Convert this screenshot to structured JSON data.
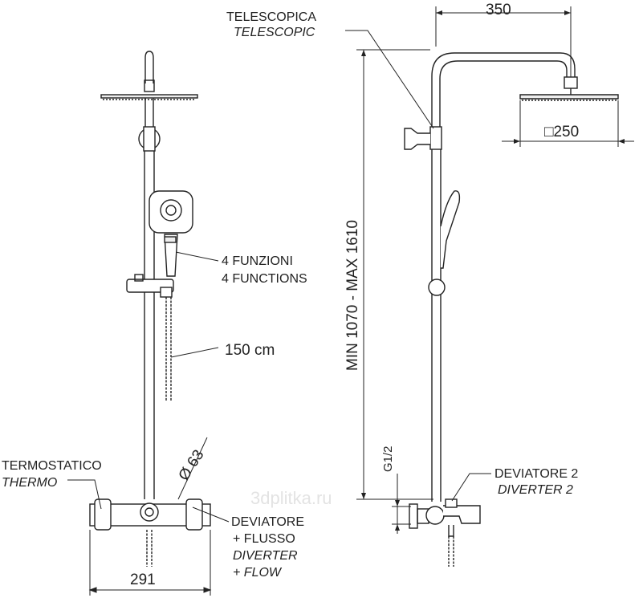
{
  "labels": {
    "telescopic_it": "TELESCOPICA",
    "telescopic_en": "TELESCOPIC",
    "width_350": "350",
    "head_250": "□250",
    "height_range": "MIN 1070  -  MAX 1610",
    "functions_it": "4 FUNZIONI",
    "functions_en": "4 FUNCTIONS",
    "hose_length": "150 cm",
    "thermo_it": "TERMOSTATICO",
    "thermo_en": "THERMO",
    "diameter": "Ø 63",
    "diverter_flow_1": "DEVIATORE",
    "diverter_flow_2": "+ FLUSSO",
    "diverter_flow_3": "DIVERTER",
    "diverter_flow_4": "+ FLOW",
    "thread": "G1/2",
    "diverter2_it": "DEVIATORE 2",
    "diverter2_en": "DIVERTER 2",
    "width_291": "291",
    "watermark": "3dplitka.ru"
  },
  "colors": {
    "line": "#222222",
    "text": "#222222",
    "watermark": "#e3e3e3"
  }
}
